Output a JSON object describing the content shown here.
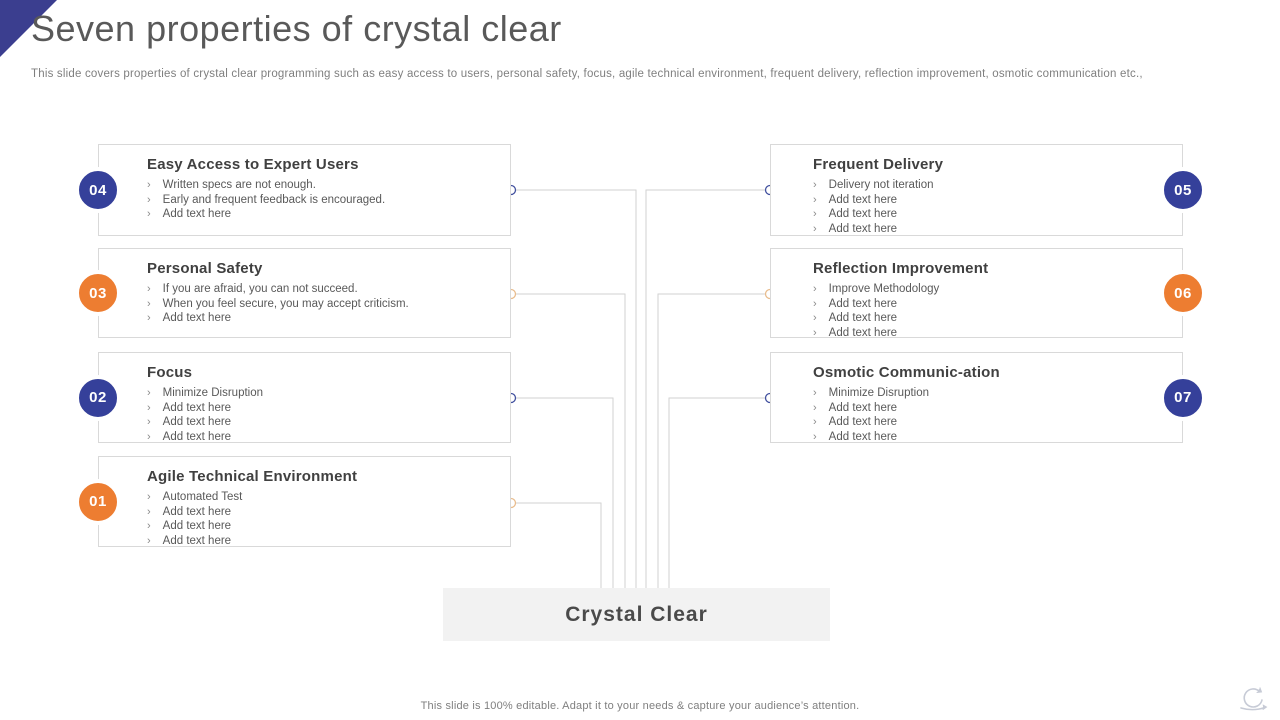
{
  "slide": {
    "title": "Seven properties of crystal clear",
    "subtitle": "This slide covers properties of crystal clear programming such as easy access to users, personal safety, focus, agile technical environment, frequent delivery, reflection improvement, osmotic communication etc.,",
    "center_label": "Crystal Clear",
    "footer": "This slide is 100% editable. Adapt it to your needs & capture your audience’s attention."
  },
  "colors": {
    "navy": "#35409a",
    "orange": "#ed7d31",
    "navy_dot": "#42519f",
    "orange_dot": "#e9bd8e",
    "line": "#d2d2d2",
    "corner": "#3b3e8f",
    "center_box_bg": "#f2f2f2"
  },
  "icons": {
    "footer_icon": "iteration-loop-icon"
  },
  "properties": [
    {
      "number": "04",
      "accent": "navy",
      "column": "left",
      "row": 0,
      "title": "Easy Access to Expert Users",
      "bullets": [
        "Written specs are not enough.",
        "Early and frequent feedback is encouraged.",
        "Add text here"
      ]
    },
    {
      "number": "03",
      "accent": "orange",
      "column": "left",
      "row": 1,
      "title": "Personal Safety",
      "bullets": [
        "If you are afraid, you can not succeed.",
        "When you feel secure, you may accept criticism.",
        "Add text here"
      ]
    },
    {
      "number": "02",
      "accent": "navy",
      "column": "left",
      "row": 2,
      "title": "Focus",
      "bullets": [
        "Minimize Disruption",
        "Add text here",
        "Add text here",
        "Add text here"
      ]
    },
    {
      "number": "01",
      "accent": "orange",
      "column": "left",
      "row": 3,
      "title": "Agile Technical Environment",
      "bullets": [
        "Automated Test",
        "Add text here",
        "Add text here",
        "Add text here"
      ]
    },
    {
      "number": "05",
      "accent": "navy",
      "column": "right",
      "row": 0,
      "title": "Frequent Delivery",
      "bullets": [
        "Delivery not iteration",
        "Add text here",
        "Add text here",
        "Add text here"
      ]
    },
    {
      "number": "06",
      "accent": "orange",
      "column": "right",
      "row": 1,
      "title": "Reflection Improvement",
      "bullets": [
        "Improve Methodology",
        "Add text here",
        "Add text here",
        "Add text here"
      ]
    },
    {
      "number": "07",
      "accent": "navy",
      "column": "right",
      "row": 2,
      "title": "Osmotic Communic-ation",
      "bullets": [
        "Minimize Disruption",
        "Add text here",
        "Add text here",
        "Add text here"
      ]
    }
  ]
}
